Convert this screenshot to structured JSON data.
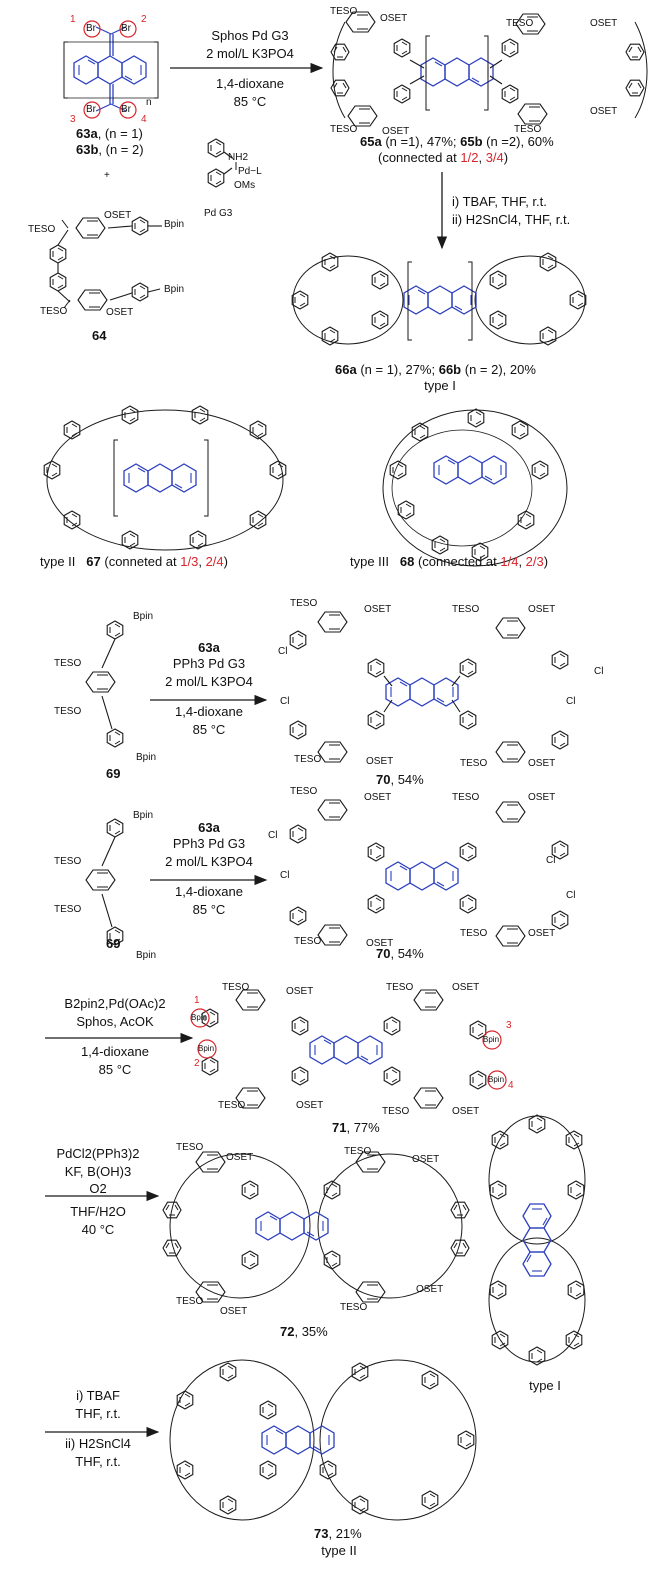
{
  "colors": {
    "ink": "#1a1a1a",
    "core": "#2b3fbf",
    "highlight": "#d8242b"
  },
  "scheme1": {
    "num_labels": [
      "1",
      "2",
      "3",
      "4"
    ],
    "br": "Br",
    "n": "n",
    "cmp63a": "63a",
    "cmp63a_tail": ", (n = 1)",
    "cmp63b": "63b",
    "cmp63b_tail": ", (n = 2)",
    "plus": "+",
    "cond": [
      "Sphos Pd G3",
      "2 mol/L K3PO4",
      "1,4-dioxane",
      "85 °C"
    ],
    "catalyst": {
      "nh2": "NH2",
      "pdl": "Pd−L",
      "oms": "OMs",
      "name": "Pd G3"
    },
    "cmp64": "64",
    "tes": "TESO",
    "set": "OSET",
    "bpin": "Bpin",
    "result65": {
      "a": "65a",
      "a_rest": " (n =1), 47%; ",
      "b": "65b",
      "b_rest": " (n =2), 60%"
    },
    "connected": {
      "pre": "(connected at ",
      "p1": "1/2",
      "sep": ", ",
      "p2": "3/4",
      "post": ")"
    },
    "cond2": [
      "i) TBAF, THF, r.t.",
      "ii) H2SnCl4, THF, r.t."
    ],
    "result66": {
      "a": "66a",
      "a_rest": " (n = 1), 27%; ",
      "b": "66b",
      "b_rest": " (n = 2), 20%"
    },
    "type1": "type I"
  },
  "scheme2": {
    "type2": "type II",
    "cmp67": "67",
    "con67_pre": "(conneted at ",
    "con67_p1": "1/3",
    "con67_sep": ", ",
    "con67_p2": "2/4",
    "con67_post": ")",
    "type3": "type III",
    "cmp68": "68",
    "con68_pre": "(connected at ",
    "con68_p1": "1/4",
    "con68_sep": ", ",
    "con68_p2": "2/3",
    "con68_post": ")"
  },
  "scheme3": {
    "cmp69": "69",
    "reagent": "63a",
    "cond": [
      "PPh3 Pd G3",
      "2 mol/L K3PO4",
      "1,4-dioxane",
      "85 °C"
    ],
    "cmp70": "70",
    "yield70": ", 54%",
    "cl": "Cl"
  },
  "scheme4": {
    "cond": [
      "B2pin2,Pd(OAc)2",
      "Sphos, AcOK",
      "1,4-dioxane",
      "85 °C"
    ],
    "cmp71": "71",
    "yield71": ", 77%",
    "cond2": [
      "PdCl2(PPh3)2",
      "KF, B(OH)3",
      "O2",
      "THF/H2O",
      "40 °C"
    ],
    "cmp72": "72",
    "yield72": ", 35%",
    "type1": "type I",
    "cond3": [
      "i) TBAF",
      "THF, r.t.",
      "ii) H2SnCl4",
      "THF, r.t."
    ],
    "cmp73": "73",
    "yield73": ", 21%",
    "type2": "type II"
  }
}
